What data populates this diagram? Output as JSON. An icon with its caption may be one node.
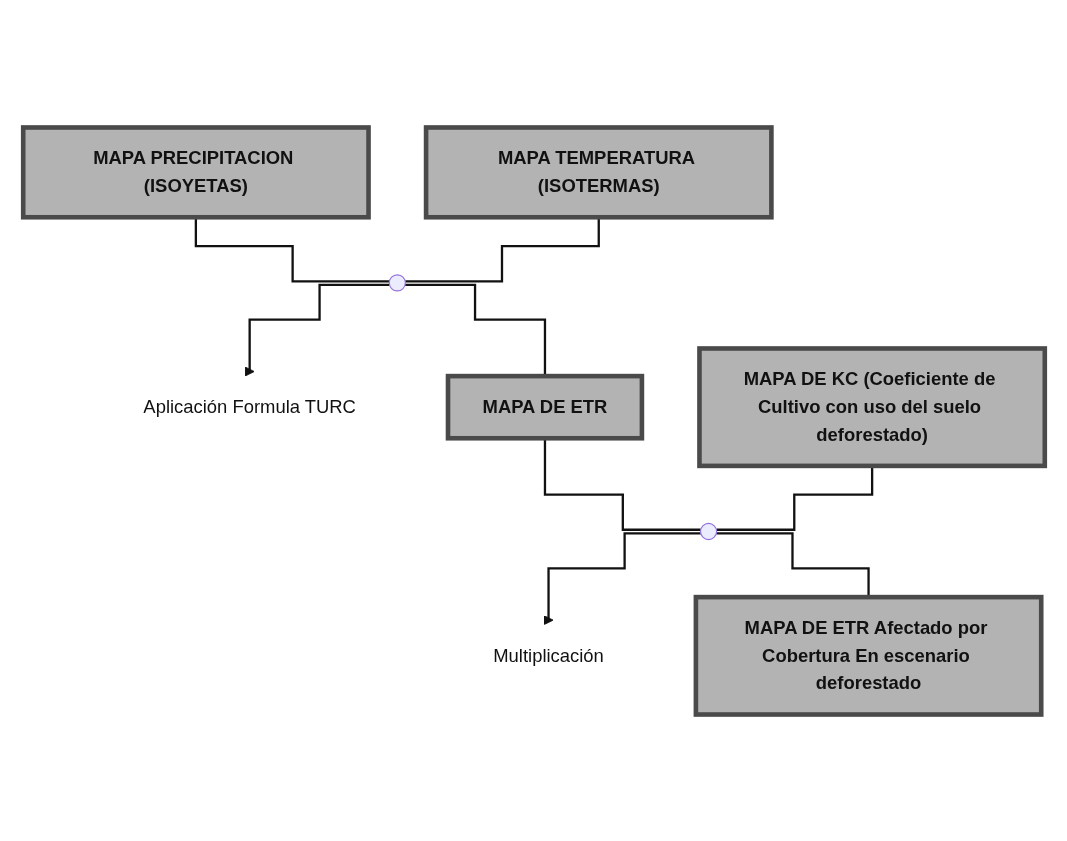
{
  "diagram": {
    "nodes": [
      {
        "text": [
          "MAPA PRECIPITACION (ISOYETAS)"
        ]
      },
      {
        "text": [
          "MAPA TEMPERATURA (ISOTERMAS)"
        ]
      },
      {
        "text": [],
        "shape": "circle"
      },
      {
        "text": [
          "Aplicación Formula TURC"
        ]
      },
      {
        "text": [
          "MAPA DE ETR"
        ]
      },
      {
        "text": [
          "MAPA DE KC (Coeficiente de Cultivo con uso del suelo deforestado)"
        ]
      },
      {
        "text": [],
        "shape": "circle"
      },
      {
        "text": [
          "Multiplicación"
        ]
      },
      {
        "text": [
          "MAPA DE ETR Afectado por Cobertura En escenario deforestado"
        ]
      }
    ],
    "edges": [
      {
        "from": 0,
        "to": 2,
        "arrow": "none"
      },
      {
        "from": 1,
        "to": 2,
        "arrow": "none"
      },
      {
        "from": 2,
        "to": 3,
        "arrow": "to"
      },
      {
        "from": 2,
        "to": 4,
        "arrow": "none"
      },
      {
        "from": 4,
        "to": 6,
        "arrow": "none"
      },
      {
        "from": 5,
        "to": 6,
        "arrow": "none"
      },
      {
        "from": 6,
        "to": 7,
        "arrow": "to"
      },
      {
        "from": 6,
        "to": 8,
        "arrow": "none"
      }
    ]
  }
}
